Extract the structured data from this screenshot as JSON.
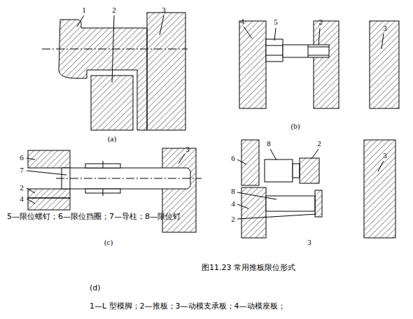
{
  "diagram": {
    "caption": "图11.23 常用推板限位形式",
    "labels": [
      "1",
      "2",
      "3",
      "(a)",
      "4",
      "5",
      "2",
      "3",
      "(b)",
      "6",
      "7",
      "2",
      "4",
      "3",
      "(c)",
      "8",
      "2",
      "6",
      "3",
      "8",
      "4",
      "2",
      "3",
      "(d)",
      "1—L 型模脚；2—推板；3—动模支承板；4—动模座板；",
      "5—限位螺钉；6—限位挡圈；7—导柱；8—限位钉"
    ]
  }
}
